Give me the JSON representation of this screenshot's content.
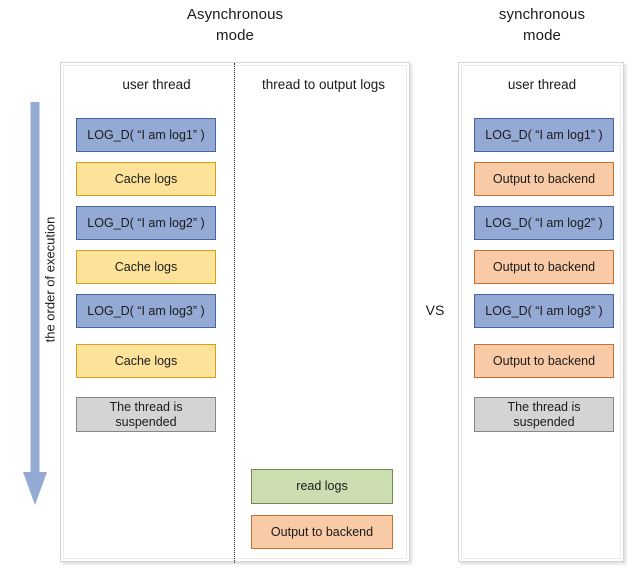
{
  "titles": {
    "async": "Asynchronous\nmode",
    "sync": "synchronous\nmode"
  },
  "vs_label": "VS",
  "order_arrow": {
    "label": "the order of execution",
    "direction": "down",
    "color": "#94aad4"
  },
  "async_panel": {
    "columns": [
      {
        "header": "user thread",
        "steps": [
          {
            "label": "LOG_D( “I am log1” )",
            "color": "blue"
          },
          {
            "label": "Cache logs",
            "color": "yellow"
          },
          {
            "label": "LOG_D( “I am log2” )",
            "color": "blue"
          },
          {
            "label": "Cache logs",
            "color": "yellow"
          },
          {
            "label": "LOG_D( “I am log3” )",
            "color": "blue"
          },
          {
            "label": "Cache logs",
            "color": "yellow"
          },
          {
            "label": "The thread is\nsuspended",
            "color": "gray"
          }
        ]
      },
      {
        "header": "thread to output logs",
        "steps": [
          {
            "label": "read logs",
            "color": "green"
          },
          {
            "label": "Output to backend",
            "color": "orange"
          }
        ]
      }
    ]
  },
  "sync_panel": {
    "columns": [
      {
        "header": "user thread",
        "steps": [
          {
            "label": "LOG_D( “I am log1” )",
            "color": "blue"
          },
          {
            "label": "Output to backend",
            "color": "orange"
          },
          {
            "label": "LOG_D( “I am log2” )",
            "color": "blue"
          },
          {
            "label": "Output to backend",
            "color": "orange"
          },
          {
            "label": "LOG_D( “I am log3” )",
            "color": "blue"
          },
          {
            "label": "Output to backend",
            "color": "orange"
          },
          {
            "label": "The thread is\nsuspended",
            "color": "gray"
          }
        ]
      }
    ]
  },
  "colors": {
    "blue": "#94aad4",
    "blue_border": "#41659e",
    "yellow": "#fde39a",
    "yellow_border": "#d4a017",
    "gray": "#d4d4d4",
    "gray_border": "#878787",
    "orange": "#f8caa6",
    "orange_border": "#c9702f",
    "green": "#cbddb1",
    "green_border": "#6e8b4b",
    "panel_border": "#d4d4d4"
  }
}
